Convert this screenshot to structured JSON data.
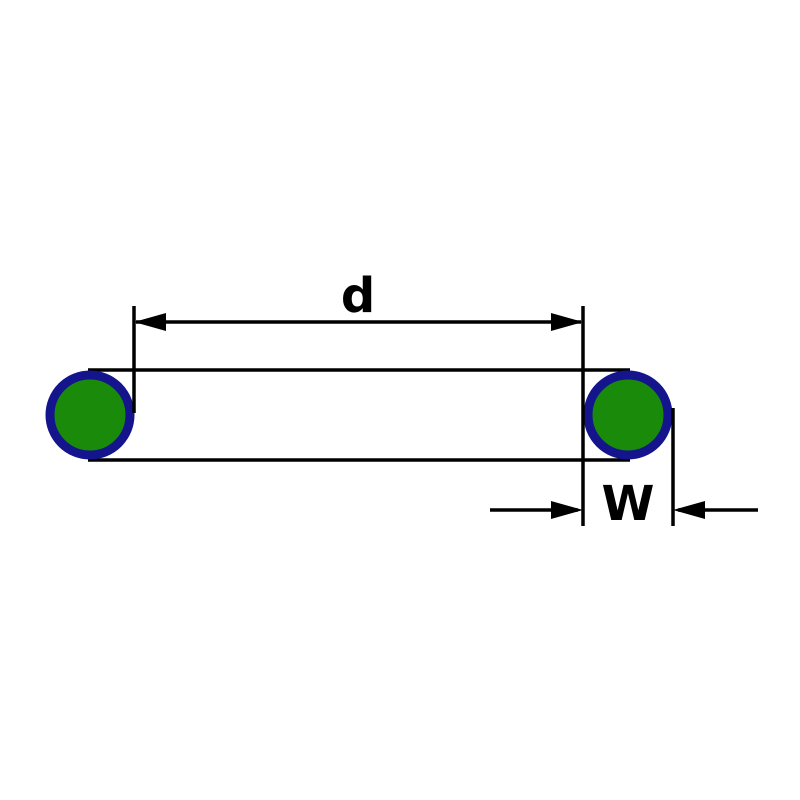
{
  "diagram": {
    "name": "O-ring dimension drawing",
    "labels": {
      "inner_diameter": "d",
      "cross_section_width": "W"
    },
    "colors": {
      "ring_fill": "#1a8a0a",
      "ring_stroke": "#14148c",
      "line": "#000000",
      "background": "#ffffff"
    }
  }
}
